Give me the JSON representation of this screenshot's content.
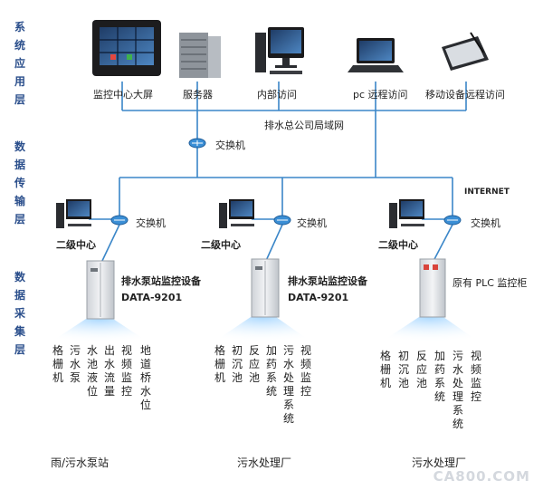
{
  "layers": [
    {
      "name": "layer-application",
      "label": "系统应用层"
    },
    {
      "name": "layer-transmission",
      "label": "数据传输层"
    },
    {
      "name": "layer-collection",
      "label": "数据采集层"
    }
  ],
  "top_devices": [
    {
      "name": "monitor-center-screen",
      "label": "监控中心大屏",
      "icon": "video-wall-icon"
    },
    {
      "name": "server",
      "label": "服务器",
      "icon": "server-rack-icon"
    },
    {
      "name": "internal-access",
      "label": "内部访问",
      "icon": "desktop-computer-icon"
    },
    {
      "name": "pc-remote-access",
      "label": "pc 远程访问",
      "icon": "laptop-icon"
    },
    {
      "name": "mobile-remote-access",
      "label": "移动设备远程访问",
      "icon": "tablet-icon"
    }
  ],
  "network": {
    "lan_label": "排水总公司局域网",
    "main_switch_label": "交换机",
    "internet_label": "INTERNET"
  },
  "sites": [
    {
      "switch_label": "交换机",
      "center_label": "二级中心",
      "cabinet_label": "排水泵站监控设备",
      "cabinet_model": "DATA-9201",
      "items": [
        "格栅机",
        "污水泵",
        "水池液位",
        "出水流量",
        "视频监控",
        "地道桥水位"
      ],
      "site_label": "雨/污水泵站"
    },
    {
      "switch_label": "交换机",
      "center_label": "二级中心",
      "cabinet_label": "排水泵站监控设备",
      "cabinet_model": "DATA-9201",
      "items": [
        "格栅机",
        "初沉池",
        "反应池",
        "加药系统",
        "污水处理系统",
        "视频监控"
      ],
      "site_label": "污水处理厂"
    },
    {
      "switch_label": "交换机",
      "center_label": "二级中心",
      "cabinet_label": "原有 PLC 监控柜",
      "cabinet_model": "",
      "items": [
        "格栅机",
        "初沉池",
        "反应池",
        "加药系统",
        "污水处理系统",
        "视频监控"
      ],
      "site_label": "污水处理厂"
    }
  ],
  "watermark": "CA800.COM",
  "colors": {
    "layer_text": "#2b4f8c",
    "line": "#3a86c8",
    "switch": "#3b8fd6"
  }
}
